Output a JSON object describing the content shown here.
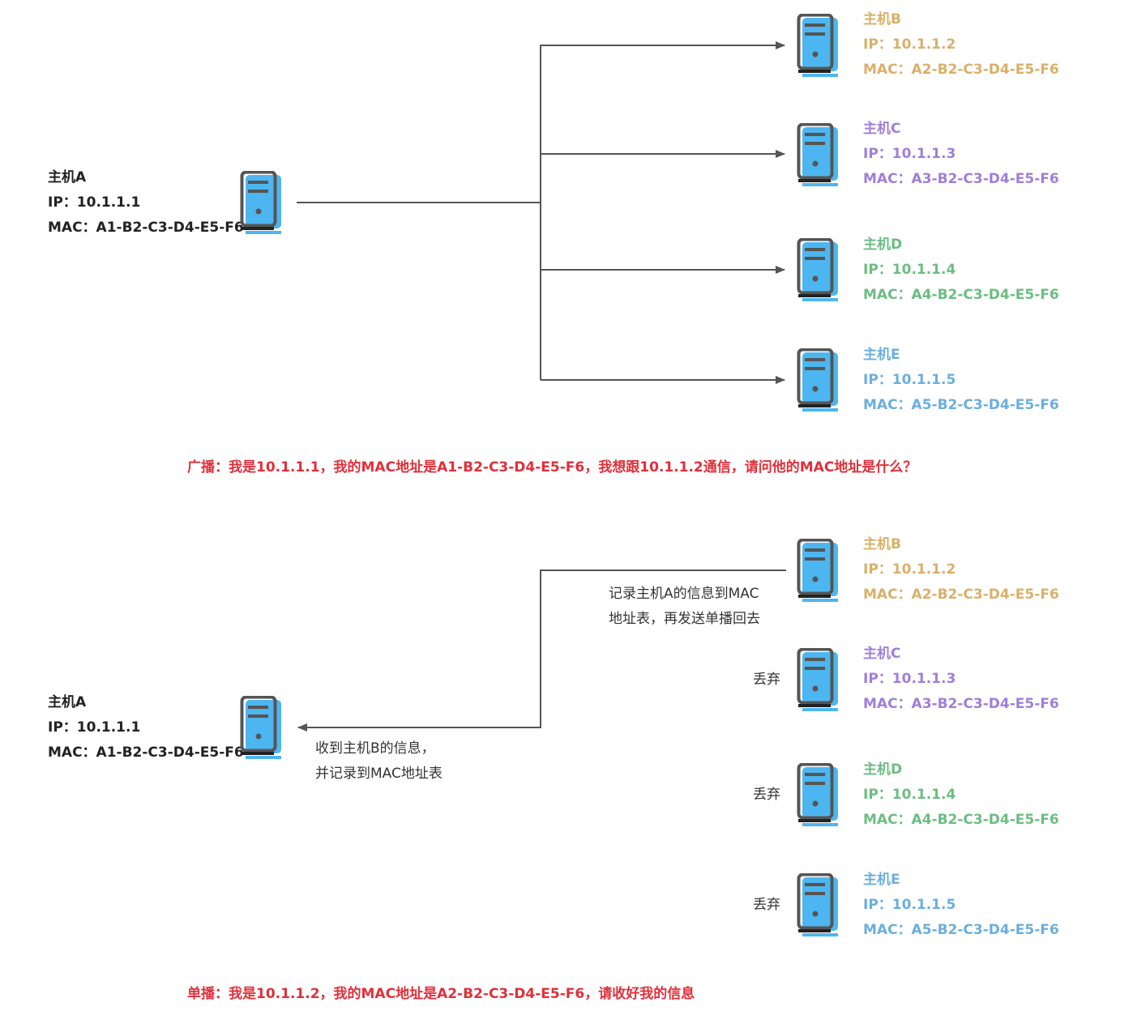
{
  "colors": {
    "hostA": "#222222",
    "hostB": "#d9b06a",
    "hostC": "#9f7fd8",
    "hostD": "#6cbd82",
    "hostE": "#6caede",
    "caption": "#e0303a",
    "line": "#555555",
    "server_fill": "#4db6f0",
    "server_stroke": "#555555"
  },
  "host_icon": "server-icon",
  "broadcast": {
    "sender": {
      "name": "主机A",
      "ip": "IP：10.1.1.1",
      "mac": "MAC：A1-B2-C3-D4-E5-F6"
    },
    "receivers": [
      {
        "name": "主机B",
        "ip": "IP：10.1.1.2",
        "mac": "MAC：A2-B2-C3-D4-E5-F6"
      },
      {
        "name": "主机C",
        "ip": "IP：10.1.1.3",
        "mac": "MAC：A3-B2-C3-D4-E5-F6"
      },
      {
        "name": "主机D",
        "ip": "IP：10.1.1.4",
        "mac": "MAC：A4-B2-C3-D4-E5-F6"
      },
      {
        "name": "主机E",
        "ip": "IP：10.1.1.5",
        "mac": "MAC：A5-B2-C3-D4-E5-F6"
      }
    ],
    "caption": "广播：我是10.1.1.1，我的MAC地址是A1-B2-C3-D4-E5-F6，我想跟10.1.1.2通信，请问他的MAC地址是什么？"
  },
  "unicast": {
    "sender": {
      "name": "主机A",
      "ip": "IP：10.1.1.1",
      "mac": "MAC：A1-B2-C3-D4-E5-F6"
    },
    "receivers": [
      {
        "name": "主机B",
        "ip": "IP：10.1.1.2",
        "mac": "MAC：A2-B2-C3-D4-E5-F6"
      },
      {
        "name": "主机C",
        "ip": "IP：10.1.1.3",
        "mac": "MAC：A3-B2-C3-D4-E5-F6"
      },
      {
        "name": "主机D",
        "ip": "IP：10.1.1.4",
        "mac": "MAC：A4-B2-C3-D4-E5-F6"
      },
      {
        "name": "主机E",
        "ip": "IP：10.1.1.5",
        "mac": "MAC：A5-B2-C3-D4-E5-F6"
      }
    ],
    "note_b_line1": "记录主机A的信息到MAC",
    "note_b_line2": "地址表，再发送单播回去",
    "note_a_line1": "收到主机B的信息，",
    "note_a_line2": "并记录到MAC地址表",
    "discard": "丢弃",
    "caption": "单播：我是10.1.1.2，我的MAC地址是A2-B2-C3-D4-E5-F6，请收好我的信息"
  }
}
